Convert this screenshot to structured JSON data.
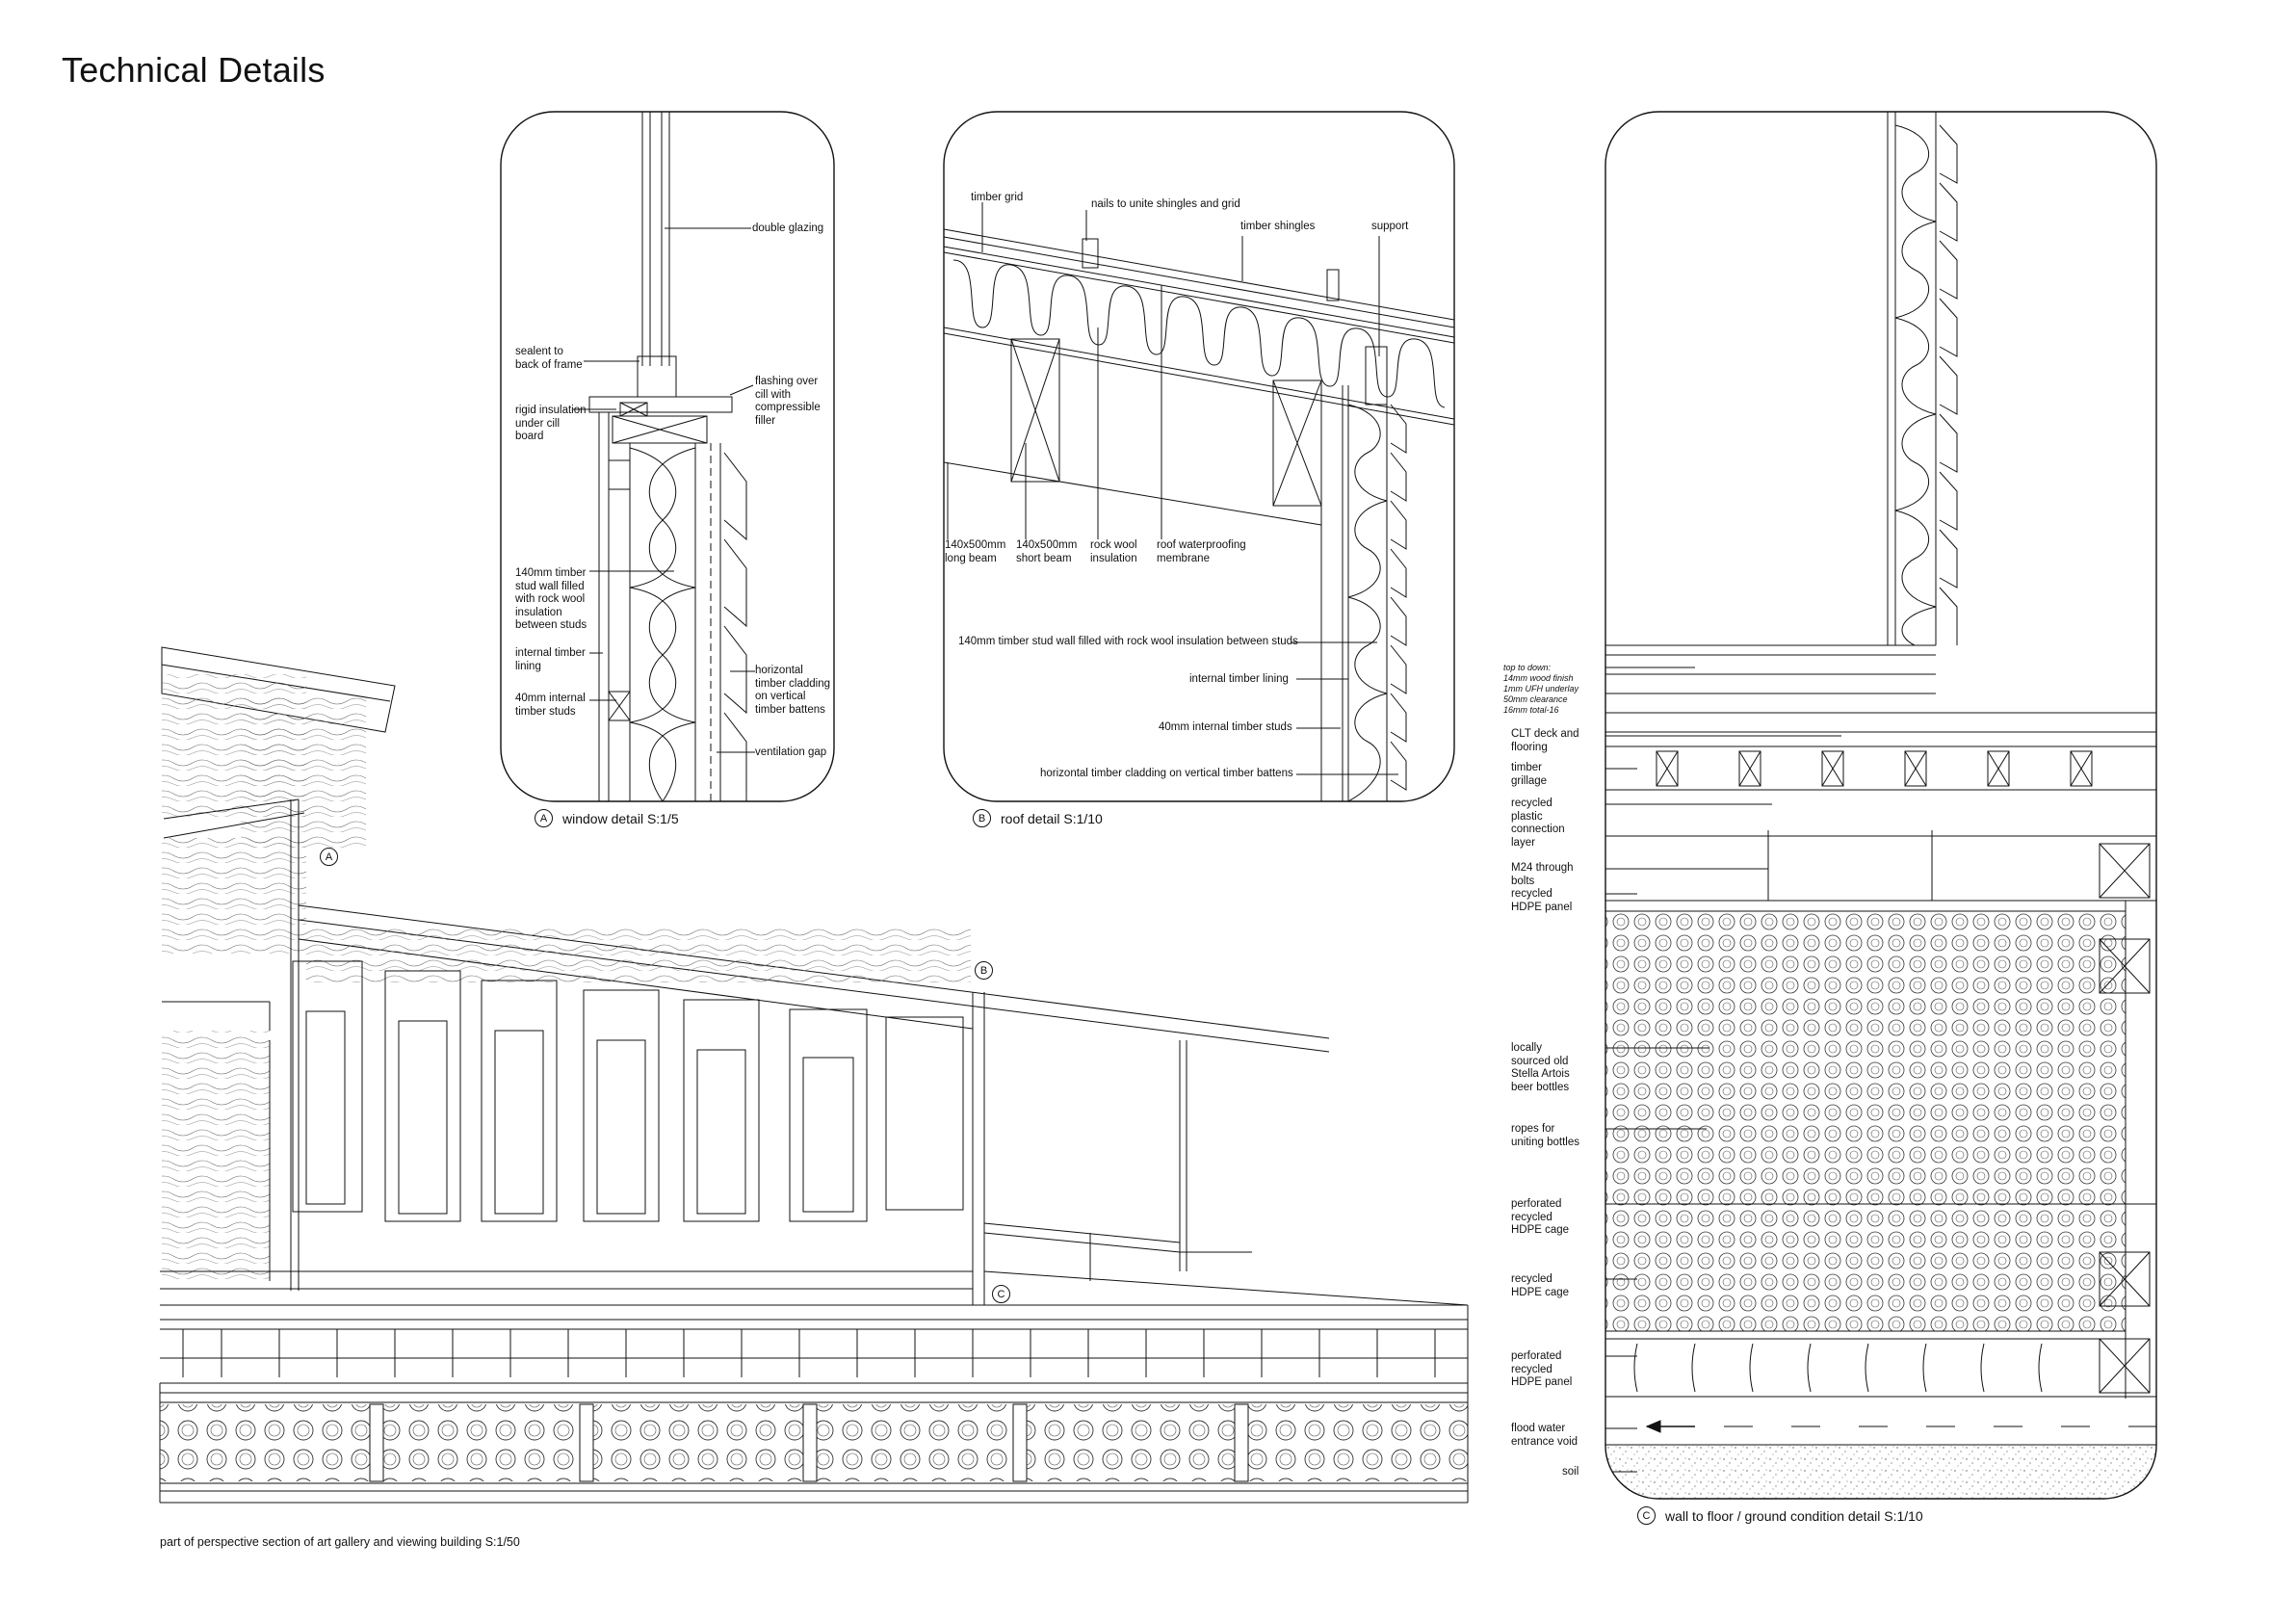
{
  "page_title": "Technical Details",
  "detail_a": {
    "caption_letter": "A",
    "caption": "window detail S:1/5",
    "labels": [
      "double glazing",
      "sealent to\nback of frame",
      "rigid insulation\nunder cill\nboard",
      "flashing over\ncill with\ncompressible\nfiller",
      "140mm timber\nstud wall filled\nwith rock wool\ninsulation\nbetween studs",
      "internal timber\nlining",
      "40mm internal\ntimber studs",
      "horizontal\ntimber cladding\non vertical\ntimber battens",
      "ventilation gap"
    ]
  },
  "detail_b": {
    "caption_letter": "B",
    "caption": "roof detail S:1/10",
    "labels": [
      "timber grid",
      "nails to unite shingles and grid",
      "timber shingles",
      "support",
      "140x500mm\nlong beam",
      "140x500mm\nshort beam",
      "rock wool\ninsulation",
      "roof waterproofing\nmembrane",
      "140mm timber stud wall filled with rock wool insulation between studs",
      "internal timber lining",
      "40mm internal timber studs",
      "horizontal timber cladding on vertical timber battens"
    ]
  },
  "detail_c": {
    "caption_letter": "C",
    "caption": "wall to floor / ground condition detail S:1/10",
    "note": "top to down:\n14mm wood finish\n1mm UFH underlay\n50mm clearance\n16mm total-16",
    "labels": [
      "CLT deck and\nflooring",
      "timber\ngrillage",
      "recycled\nplastic\nconnection\nlayer",
      "M24 through\nbolts",
      "recycled\nHDPE panel",
      "locally\nsourced old\nStella Artois\nbeer bottles",
      "ropes for\nuniting bottles",
      "perforated\nrecycled\nHDPE cage",
      "recycled\nHDPE cage",
      "perforated\nrecycled\nHDPE panel",
      "flood water\nentrance void",
      "soil"
    ]
  },
  "section": {
    "markers": [
      "A",
      "B",
      "C"
    ],
    "caption": "part of perspective section of art gallery and viewing building S:1/50"
  }
}
